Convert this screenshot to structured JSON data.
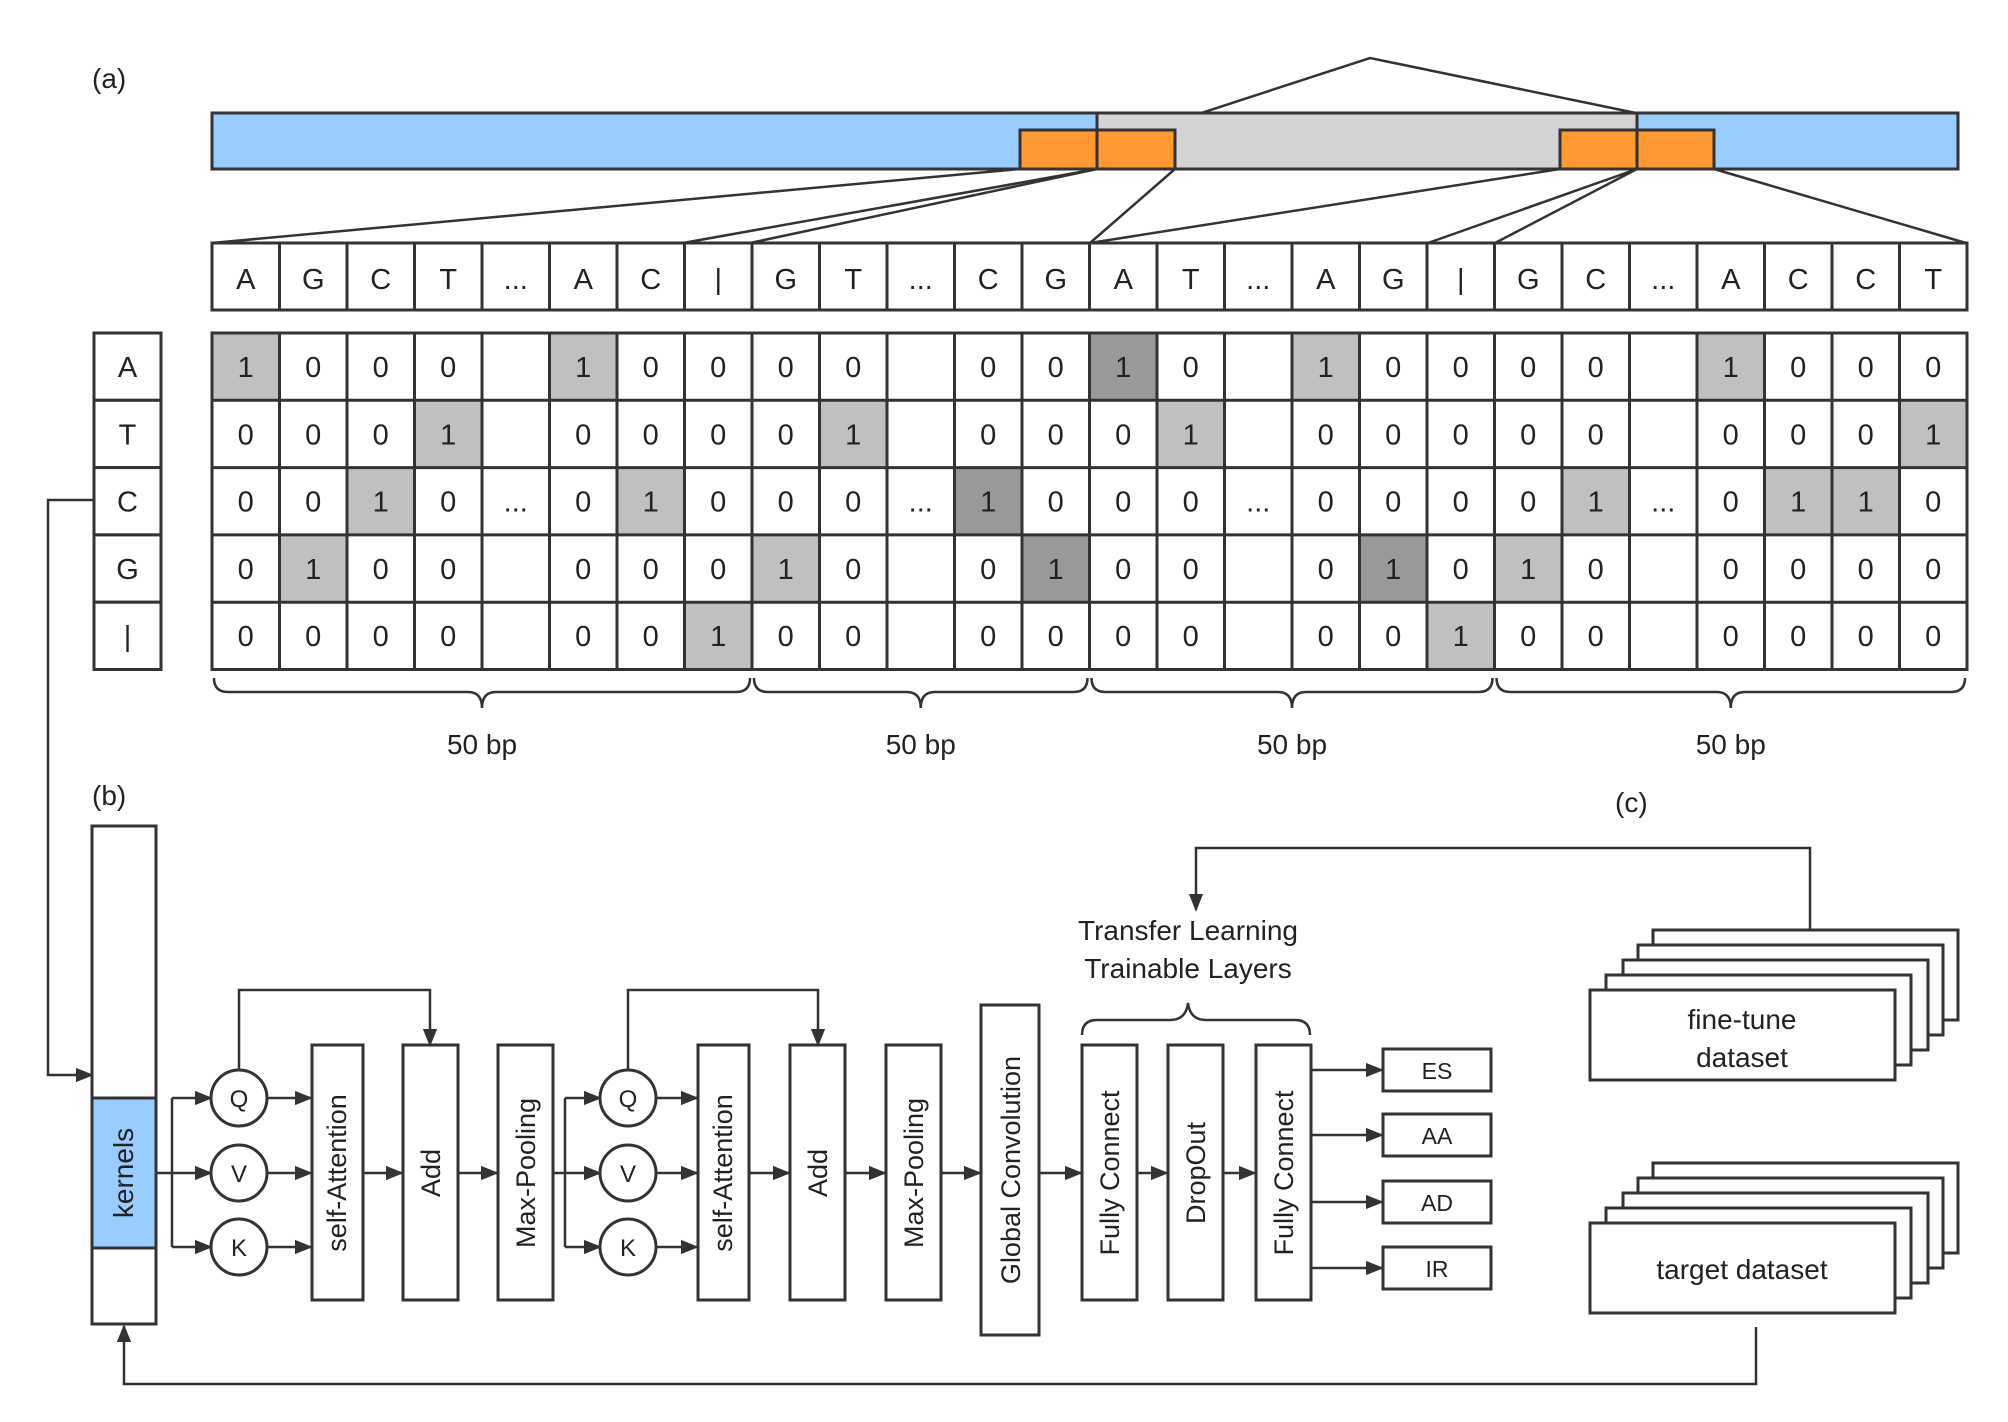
{
  "panel_labels": {
    "a": "(a)",
    "b": "(b)",
    "c": "(c)"
  },
  "sequence_tokens": [
    "A",
    "G",
    "C",
    "T",
    "...",
    "A",
    "C",
    "|",
    "G",
    "T",
    "...",
    "C",
    "G",
    "A",
    "T",
    "...",
    "A",
    "G",
    "|",
    "G",
    "C",
    "...",
    "A",
    "C",
    "C",
    "T"
  ],
  "row_labels": [
    "A",
    "T",
    "C",
    "G",
    "|"
  ],
  "matrix_ellipsis_columns": [
    4,
    10,
    15,
    21
  ],
  "segment_label": "50 bp",
  "architecture": {
    "kernels": "kernels",
    "q": "Q",
    "v": "V",
    "k": "K",
    "self_attention": "self-Attention",
    "add": "Add",
    "max_pooling": "Max-Pooling",
    "global_convolution": "Global Convolution",
    "fully_connect": "Fully Connect",
    "dropout": "DropOut",
    "transfer_title_line1": "Transfer Learning",
    "transfer_title_line2": "Trainable Layers",
    "outputs": [
      "ES",
      "AA",
      "AD",
      "IR"
    ]
  },
  "datasets": {
    "fine_tune_line1": "fine-tune",
    "fine_tune_line2": "dataset",
    "target": "target dataset"
  },
  "colors": {
    "exon_blue": "#99ccff",
    "intron_gray": "#d4d4d4",
    "orange": "#ff9933",
    "highlight_light": "#c0c0c0",
    "highlight_dark": "#999999",
    "stroke": "#333333"
  }
}
